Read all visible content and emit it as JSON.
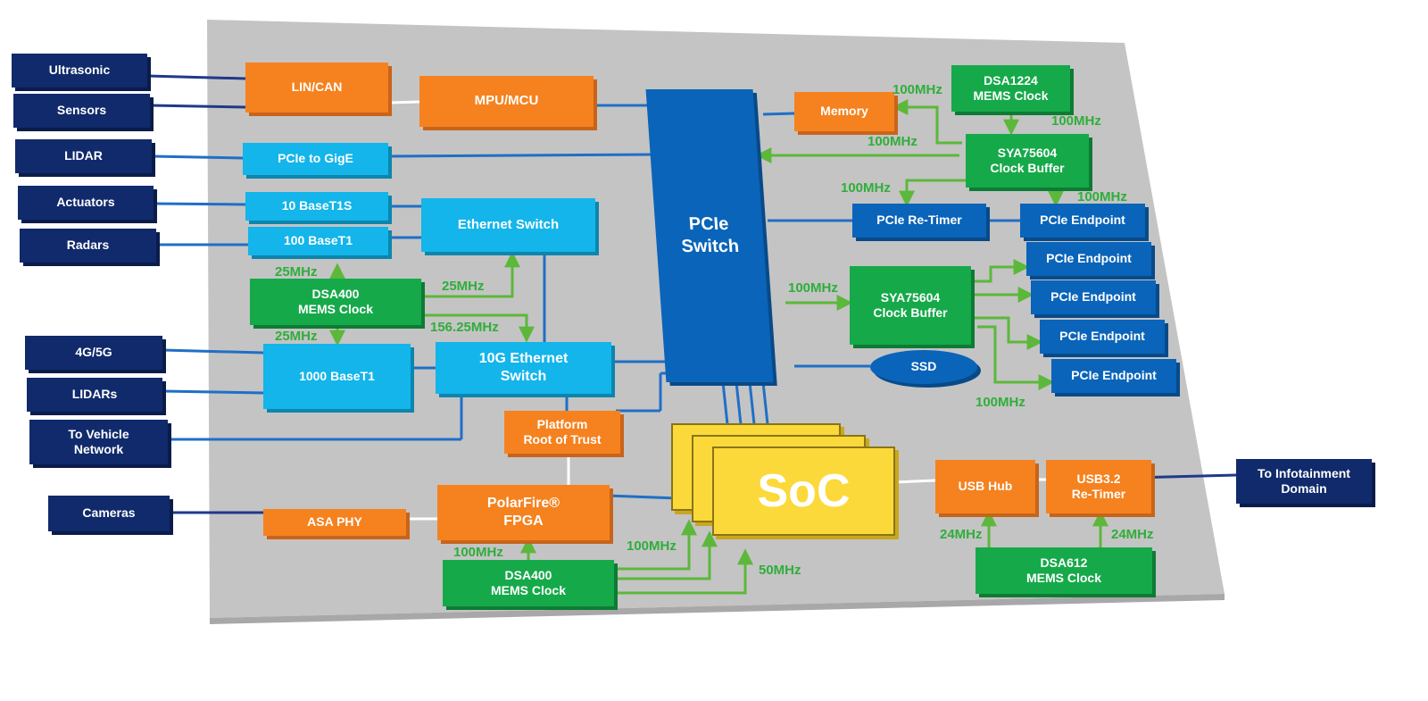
{
  "colors": {
    "board": "#c4c4c4",
    "external": "#102a6b",
    "processing": "#f5821f",
    "network": "#13b5ea",
    "timing": "#16a94a",
    "pcie": "#0a64b9",
    "soc": "#fbd93a",
    "clock_arrow": "#5cb83a",
    "link": "#1f6fc6"
  },
  "external": {
    "ultrasonic": "Ultrasonic",
    "sensors": "Sensors",
    "lidar": "LIDAR",
    "actuators": "Actuators",
    "radars": "Radars",
    "g45": "4G/5G",
    "lidars": "LIDARs",
    "vehicle": "To Vehicle\nNetwork",
    "cameras": "Cameras",
    "infotainment": "To Infotainment\nDomain"
  },
  "blocks": {
    "lin_can": "LIN/CAN",
    "mpu_mcu": "MPU/MCU",
    "pcie_gige": "PCIe to GigE",
    "base10t1s": "10 BaseT1S",
    "base100t1": "100 BaseT1",
    "eth_switch": "Ethernet Switch",
    "dsa400_top": "DSA400\nMEMS Clock",
    "base1000t1": "1000 BaseT1",
    "eth10g": "10G Ethernet\nSwitch",
    "platform_rot": "Platform\nRoot of Trust",
    "polarfire": "PolarFire®\nFPGA",
    "asa_phy": "ASA PHY",
    "dsa400_bottom": "DSA400\nMEMS Clock",
    "pcie_switch": "PCIe\nSwitch",
    "memory": "Memory",
    "dsa1224": "DSA1224\nMEMS Clock",
    "sya_top": "SYA75604\nClock Buffer",
    "retimer": "PCIe Re-Timer",
    "endpoint1": "PCIe Endpoint",
    "sya_bottom": "SYA75604\nClock Buffer",
    "endpoint2": "PCIe Endpoint",
    "endpoint3": "PCIe Endpoint",
    "endpoint4": "PCIe Endpoint",
    "endpoint5": "PCIe Endpoint",
    "ssd": "SSD",
    "soc": "SoC",
    "usb_hub": "USB Hub",
    "usb_retimer": "USB3.2\nRe-Timer",
    "dsa612": "DSA612\nMEMS Clock"
  },
  "freqs": {
    "f_mem": "100MHz",
    "f_dsa1224_down": "100MHz",
    "f_sya_left": "100MHz",
    "f_sya_retimer": "100MHz",
    "f_sya_endpoint": "100MHz",
    "f_dsa400_up": "25MHz",
    "f_dsa400_eth": "25MHz",
    "f_dsa400_10g": "156.25MHz",
    "f_dsa400_down": "25MHz",
    "f_pcie_sya": "100MHz",
    "f_sya_endpoints": "100MHz",
    "f_fpga": "100MHz",
    "f_soc1": "100MHz",
    "f_soc2": "50MHz",
    "f_usb_hub": "24MHz",
    "f_usb_retimer": "24MHz"
  }
}
